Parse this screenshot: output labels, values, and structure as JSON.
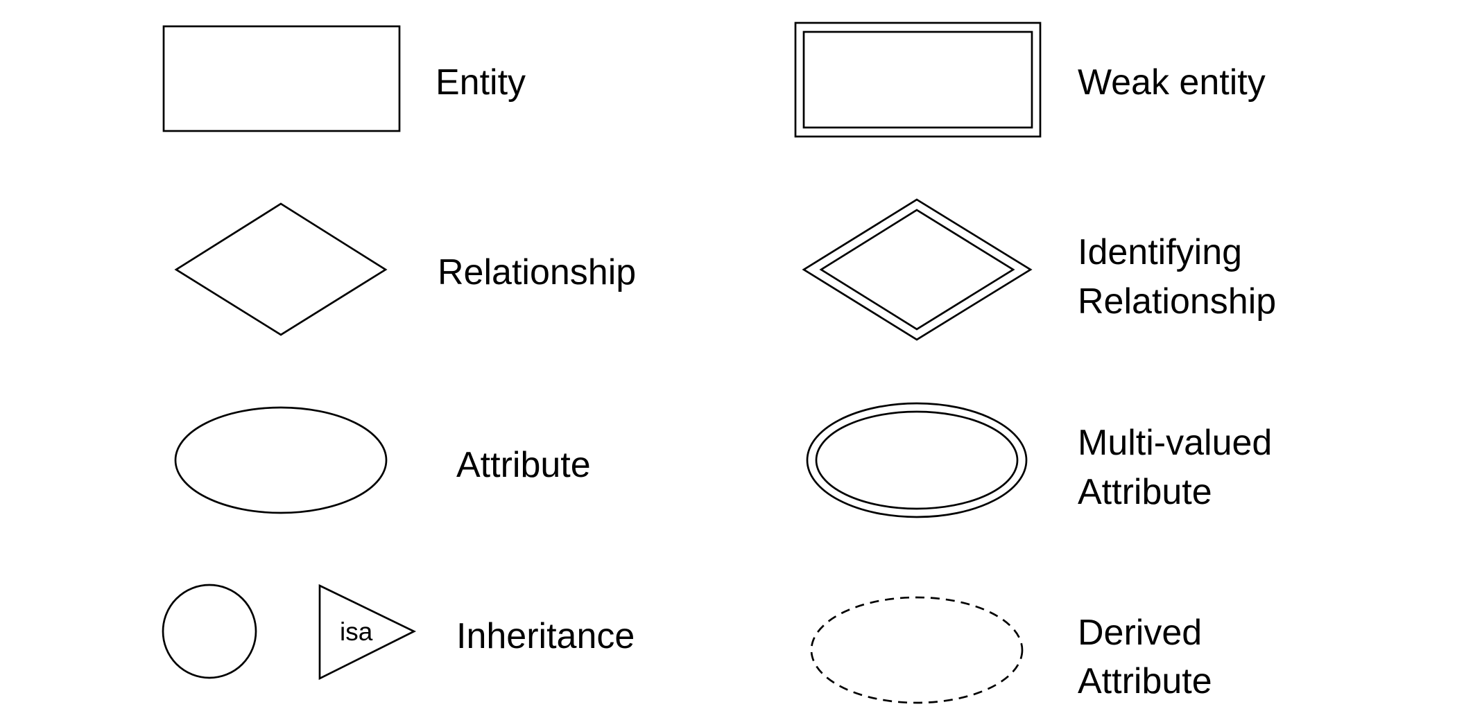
{
  "legend": {
    "entity": "Entity",
    "weak_entity": "Weak entity",
    "relationship": "Relationship",
    "identifying_relationship": [
      "Identifying",
      "Relationship"
    ],
    "attribute": "Attribute",
    "multi_valued_attribute": [
      "Multi-valued",
      "Attribute"
    ],
    "inheritance": "Inheritance",
    "inheritance_symbol": "isa",
    "derived_attribute": [
      "Derived",
      "Attribute"
    ]
  },
  "colors": {
    "stroke": "#000000",
    "background": "#ffffff"
  }
}
